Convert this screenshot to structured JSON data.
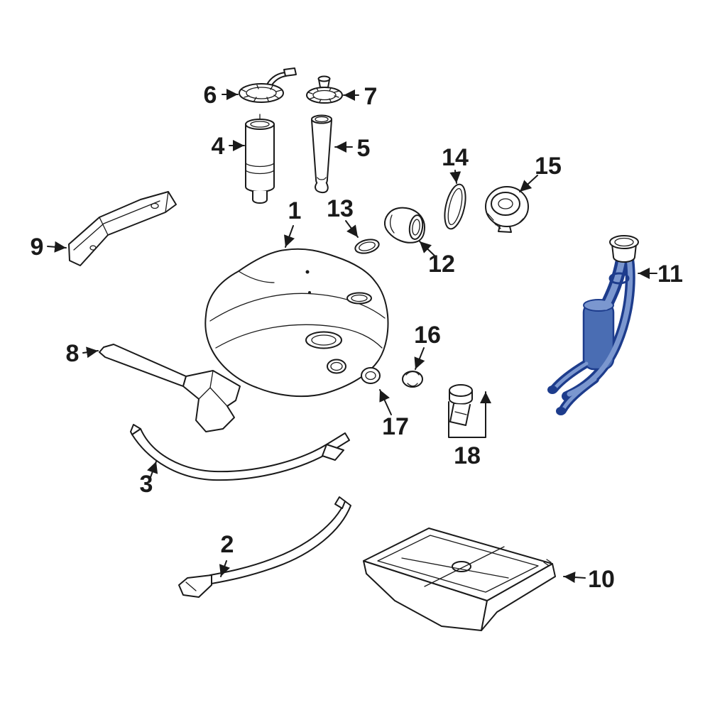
{
  "diagram": {
    "highlighted_callout": "11",
    "colors": {
      "background": "#ffffff",
      "line": "#1a1a1a",
      "highlight_fill": "#4a6db3",
      "highlight_light": "#7b97cf",
      "highlight_stroke": "#1d3c8c"
    },
    "callouts": [
      {
        "num": "1"
      },
      {
        "num": "2"
      },
      {
        "num": "3"
      },
      {
        "num": "4"
      },
      {
        "num": "5"
      },
      {
        "num": "6"
      },
      {
        "num": "7"
      },
      {
        "num": "8"
      },
      {
        "num": "9"
      },
      {
        "num": "10"
      },
      {
        "num": "11"
      },
      {
        "num": "12"
      },
      {
        "num": "13"
      },
      {
        "num": "14"
      },
      {
        "num": "15"
      },
      {
        "num": "16"
      },
      {
        "num": "17"
      },
      {
        "num": "18"
      }
    ]
  }
}
